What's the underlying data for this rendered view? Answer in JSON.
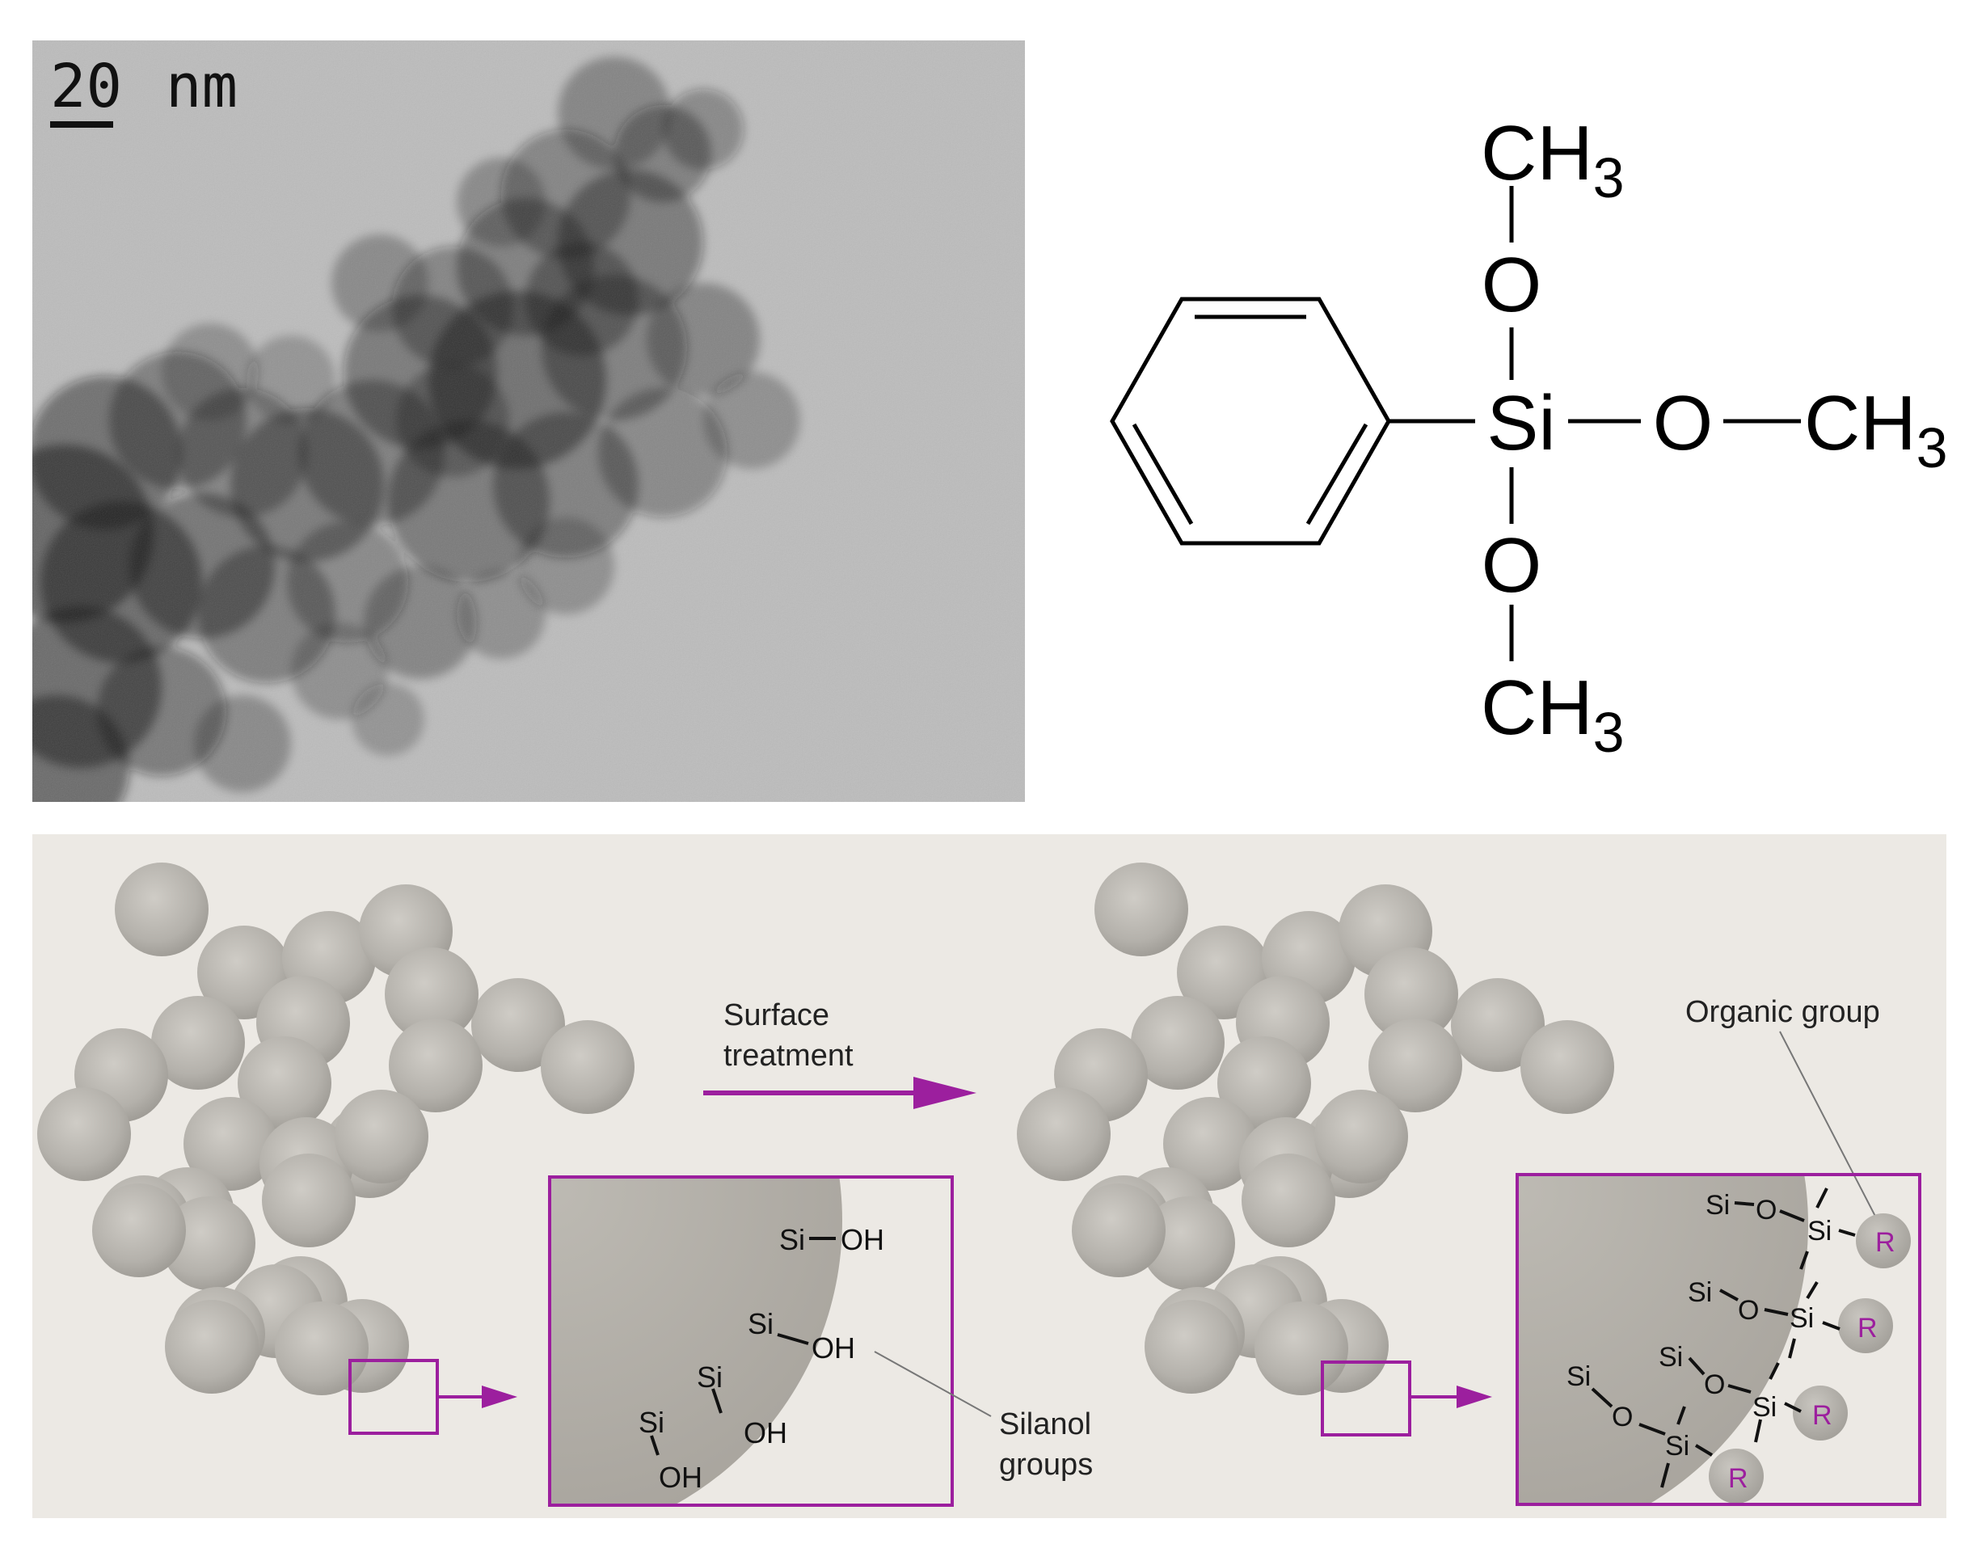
{
  "tem_image": {
    "scale_bar_value": "20",
    "scale_bar_unit": "nm"
  },
  "structure": {
    "top_group": "CH",
    "top_subscript": "3",
    "top_oxygen": "O",
    "silicon": "Si",
    "right_oxygen": "O",
    "right_group": "CH",
    "right_subscript": "3",
    "bottom_oxygen": "O",
    "bottom_group": "CH",
    "bottom_subscript": "3"
  },
  "schematic": {
    "arrow_label_line1": "Surface",
    "arrow_label_line2": "treatment",
    "before_inset": {
      "groups": [
        {
          "si": "Si",
          "oh": "OH"
        },
        {
          "si": "Si",
          "oh": "OH"
        },
        {
          "si": "Si",
          "oh": "OH"
        },
        {
          "si": "Si",
          "oh": "OH"
        }
      ],
      "callout_line1": "Silanol",
      "callout_line2": "groups"
    },
    "after_inset": {
      "callout": "Organic group",
      "rows": [
        {
          "si1": "Si",
          "o": "O",
          "si2": "Si",
          "r": "R"
        },
        {
          "si1": "Si",
          "o": "O",
          "si2": "Si",
          "r": "R"
        },
        {
          "si1": "Si",
          "o": "O",
          "si2": "Si",
          "r": "R"
        },
        {
          "si1": "Si",
          "o": "O",
          "si2": "Si",
          "r": "R"
        }
      ]
    },
    "colors": {
      "accent": "#9c1f9e",
      "panel_background": "#ece9e4",
      "particle": "#b4b1ab"
    }
  }
}
